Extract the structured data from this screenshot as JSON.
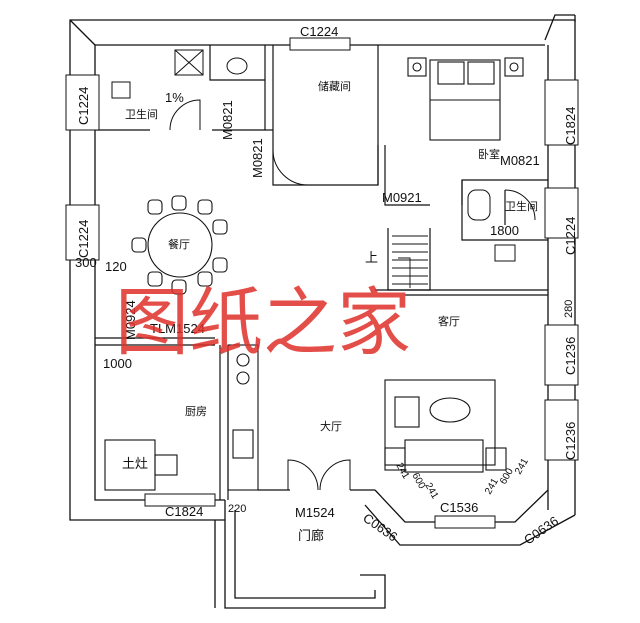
{
  "rooms": {
    "bathroom_1": "卫生间",
    "storage": "储藏间",
    "bedroom": "卧室",
    "bathroom_2": "卫生间",
    "dining": "餐厅",
    "kitchen": "厨房",
    "living": "客厅",
    "hall": "大厅",
    "porch": "门廊",
    "stove": "土灶"
  },
  "labels": {
    "slope": "1%",
    "up": "上",
    "dim_1000": "1000",
    "dim_1800": "1800",
    "dim_300": "300",
    "dim_120": "120",
    "dim_280": "280",
    "dim_220": "220",
    "dim_600_left": "600",
    "dim_241_left_a": "241",
    "dim_241_left_b": "241",
    "dim_600_right": "600",
    "dim_241_right_a": "241",
    "dim_241_right_b": "241"
  },
  "windows": {
    "c1224_top": "C1224",
    "c1224_left_top": "C1224",
    "c1224_left_mid": "C1224",
    "c1824_right": "C1824",
    "c1224_right": "C1224",
    "c1236_right_a": "C1236",
    "c1236_right_b": "C1236",
    "c1824_bottom": "C1824",
    "c1536_bottom": "C1536",
    "c0636_left": "C0636",
    "c0636_right": "C0636",
    "tlm1524": "TLM1524"
  },
  "doors": {
    "m0821_bath": "M0821",
    "m0821_storage": "M0821",
    "m0821_bedroom": "M0821",
    "m0921": "M0921",
    "m0924": "M0924",
    "m1524": "M1524"
  },
  "watermark": "图纸之家"
}
